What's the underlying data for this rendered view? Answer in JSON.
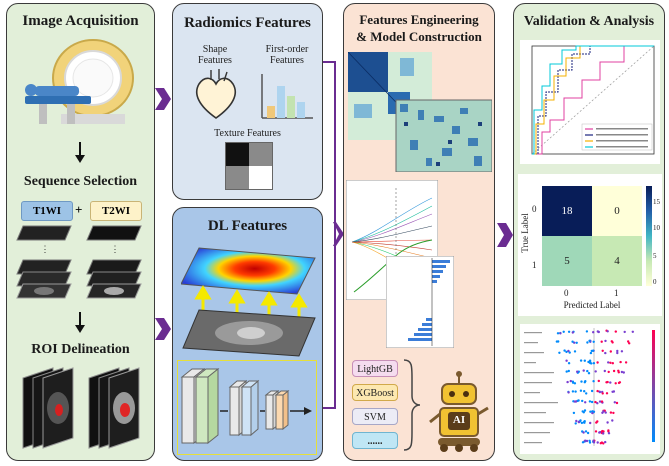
{
  "panel1": {
    "title": "Image Acquisition",
    "sequence_title": "Sequence Selection",
    "seq_a": "T1WI",
    "plus": "+",
    "seq_b": "T2WI",
    "roi_title": "ROI Delineation"
  },
  "panel2": {
    "title": "Radiomics Features",
    "shape": "Shape\nFeatures",
    "first_order": "First-order\nFeatures",
    "texture": "Texture Features"
  },
  "panel3": {
    "title": "DL Features"
  },
  "panel4": {
    "title_line1": "Features Engineering",
    "title_line2": "& Model Construction",
    "models": [
      "LightGB",
      "XGBoost",
      "SVM",
      "......"
    ],
    "ai_label": "AI"
  },
  "panel5": {
    "title": "Validation & Analysis",
    "confusion": {
      "values": [
        [
          18,
          0
        ],
        [
          5,
          4
        ]
      ],
      "xlabel": "Predicted Label",
      "ylabel": "True Label",
      "ticks": [
        "0",
        "1"
      ],
      "colorbar_ticks": [
        "15",
        "10",
        "5",
        "0"
      ]
    }
  },
  "colors": {
    "panel1_bg": "#e2efd9",
    "panel2_bg": "#dbe5f1",
    "panel3_bg": "#a9c6e8",
    "panel4_bg": "#fbe3d4",
    "panel5_bg": "#e2efd9",
    "arrow": "#6a2c91",
    "seq_t1": "#9dc3e6",
    "seq_t2": "#fdf2c9"
  }
}
